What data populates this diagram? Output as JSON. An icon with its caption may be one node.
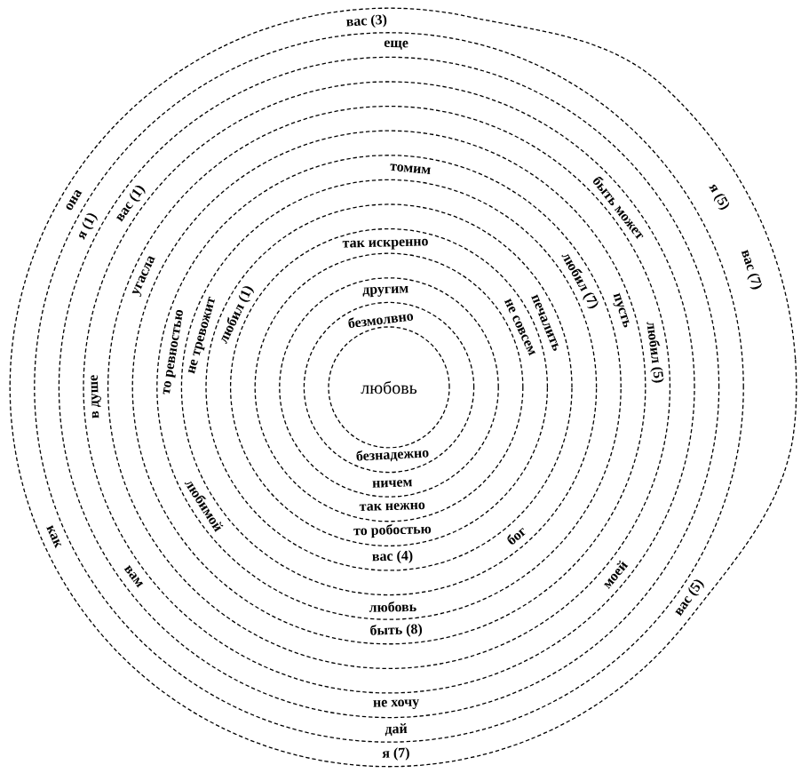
{
  "diagram": {
    "nodes": [
      {
        "text": [
          "вас (3)",
          "она",
          "я (5)",
          "вас (7)",
          "как",
          "вас (5)",
          "я (7)"
        ]
      },
      {
        "text": [
          "еще",
          "я (1)",
          "дай"
        ],
        "in": 0
      },
      {
        "text": [
          "вас (1)",
          "вам",
          "не хочу"
        ],
        "in": 1
      },
      {
        "text": [
          "быть может",
          "в душе",
          "моей"
        ],
        "in": 2
      },
      {
        "text": [
          "угасла",
          "любил (5)"
        ],
        "in": 3
      },
      {
        "text": [
          "пусть",
          "быть (8)"
        ],
        "in": 4
      },
      {
        "text": [
          "томим",
          "любил (7)",
          "то ревностью",
          "любимой",
          "любовь"
        ],
        "in": 5
      },
      {
        "text": [
          "не тревожит",
          "бог"
        ],
        "in": 6
      },
      {
        "text": [
          "любил (1)",
          "печалить",
          "вас (4)"
        ],
        "in": 7
      },
      {
        "text": [
          "так искренно",
          "не совсем",
          "то робостью"
        ],
        "in": 8
      },
      {
        "text": [
          "так нежно"
        ],
        "in": 9
      },
      {
        "text": [
          "другим",
          "ничем"
        ],
        "in": 10
      },
      {
        "text": [
          "безмолвно",
          "безнадежно"
        ],
        "in": 11
      },
      {
        "text": [
          "любовь"
        ],
        "in": 12
      }
    ]
  }
}
